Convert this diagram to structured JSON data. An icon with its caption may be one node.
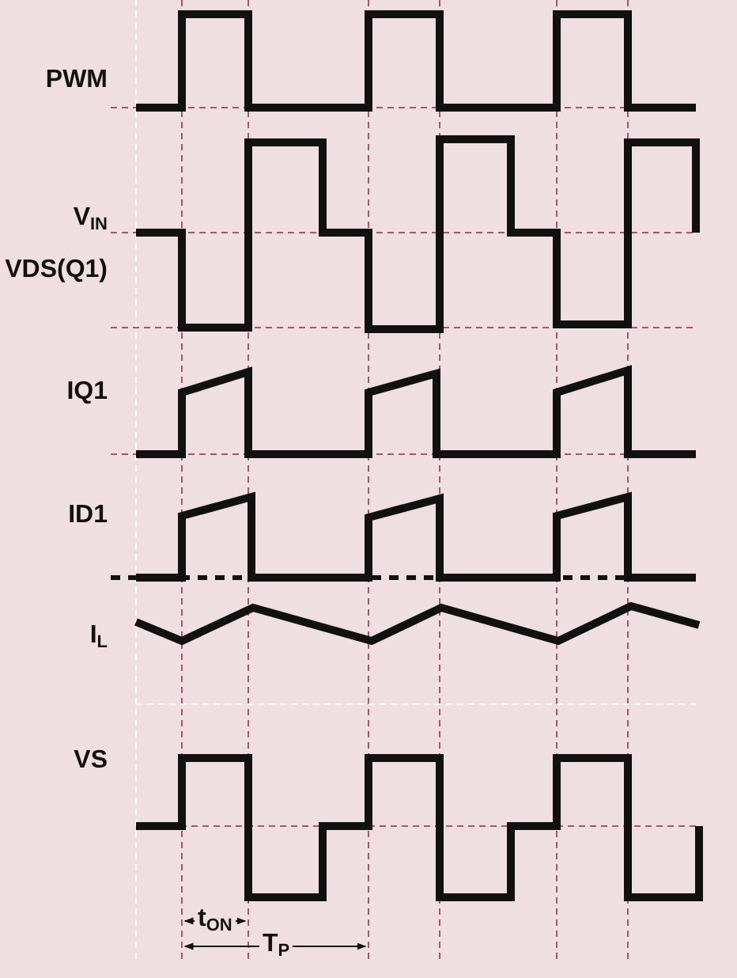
{
  "diagram": {
    "labels": [
      "PWM",
      "V$_{IN}$",
      "VDS(Q1)",
      "IQ1",
      "ID1",
      "I$_{L}$",
      "VS",
      "t$_{ON}$",
      "T$_{P}$"
    ]
  }
}
